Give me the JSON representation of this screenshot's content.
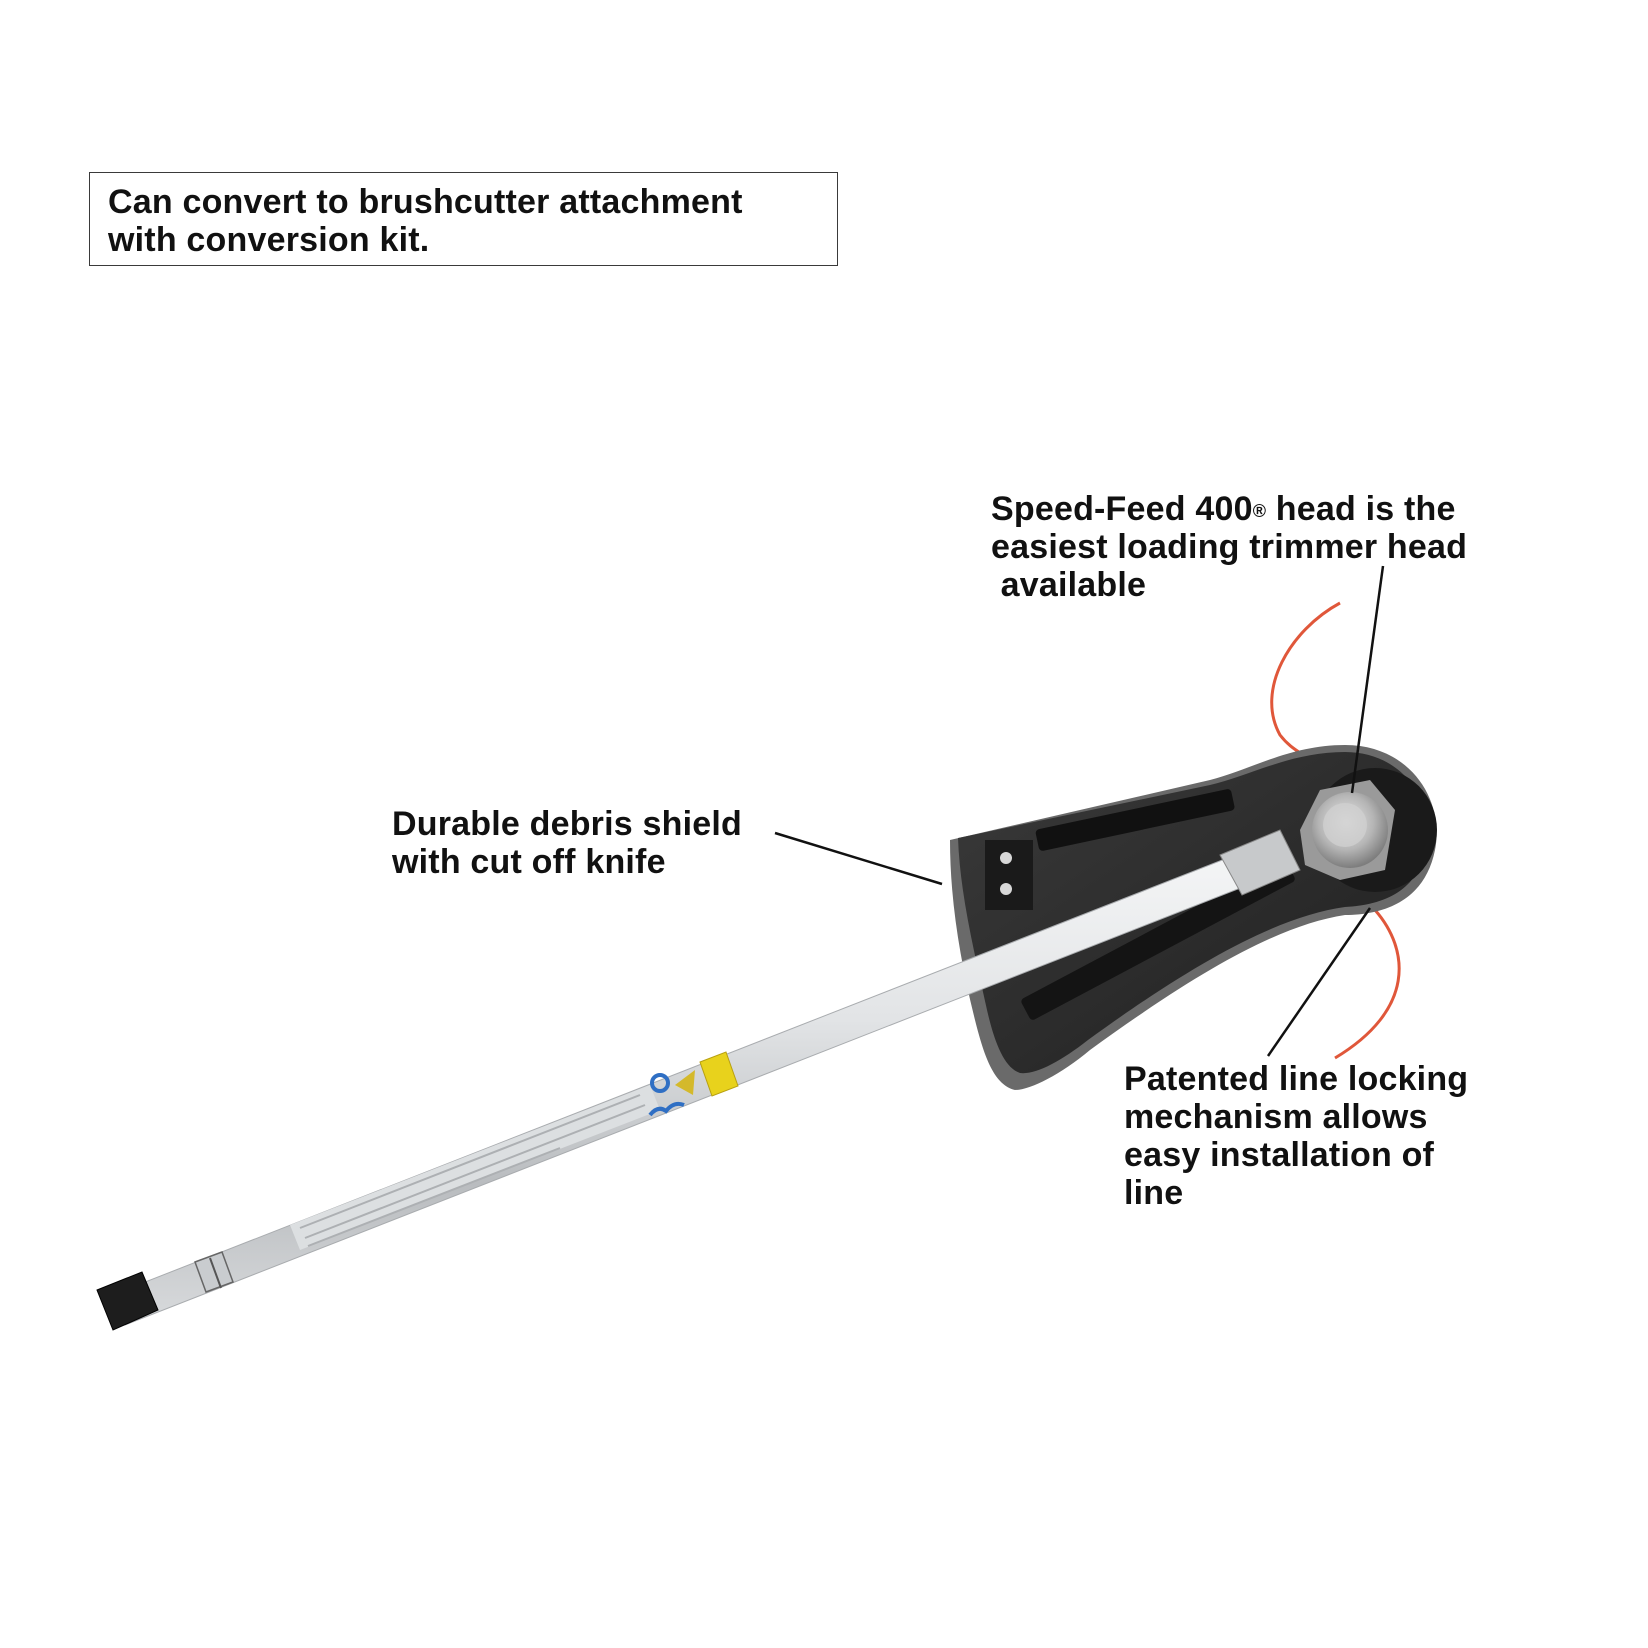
{
  "callout_box": {
    "line1": "Can convert to brushcutter attachment",
    "line2": "with conversion kit."
  },
  "labels": {
    "speed_feed": {
      "line1_prefix": "Speed-Feed 400",
      "registered_mark": "®",
      "line1_suffix": " head is the",
      "line2": "easiest loading trimmer head",
      "line3": " available"
    },
    "debris_shield": {
      "line1": "Durable debris shield",
      "line2": "with cut off knife"
    },
    "line_lock": {
      "line1": "Patented line locking",
      "line2": "mechanism allows",
      "line3": "easy installation of",
      "line4": "line"
    }
  },
  "product": {
    "name": "string trimmer attachment",
    "colors": {
      "shield": "#2b2b2b",
      "shield_edge": "#5e5e5e",
      "shaft": "#cfd2d4",
      "trimmer_line": "#e0573a",
      "warning_label": "#e8d21c",
      "label_blue": "#2f6fc4"
    }
  }
}
